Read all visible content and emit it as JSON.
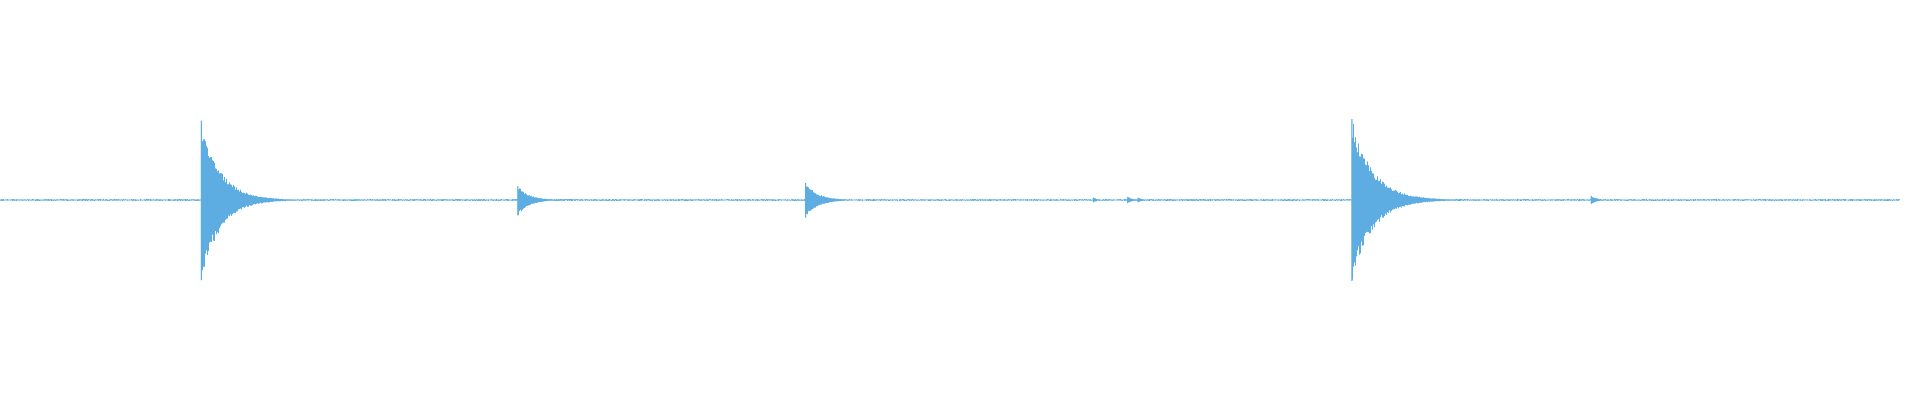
{
  "chart_data": {
    "type": "waveform",
    "title": "",
    "xlabel": "",
    "ylabel": "",
    "color": "#5DADE2",
    "background": "#FFFFFF",
    "amplitude_range": [
      -1,
      1
    ],
    "time_range": [
      0,
      1
    ],
    "noise_floor": 0.01,
    "transients": [
      {
        "t": 0.106,
        "peak_pos": 0.98,
        "peak_neg": 0.99,
        "decay": 0.01
      },
      {
        "t": 0.2725,
        "peak_pos": 0.17,
        "peak_neg": 0.19,
        "decay": 0.006
      },
      {
        "t": 0.424,
        "peak_pos": 0.21,
        "peak_neg": 0.22,
        "decay": 0.0065
      },
      {
        "t": 0.5755,
        "peak_pos": 0.03,
        "peak_neg": 0.03,
        "decay": 0.002
      },
      {
        "t": 0.5935,
        "peak_pos": 0.04,
        "peak_neg": 0.04,
        "decay": 0.0025
      },
      {
        "t": 0.599,
        "peak_pos": 0.03,
        "peak_neg": 0.03,
        "decay": 0.002
      },
      {
        "t": 0.7115,
        "peak_pos": 1.0,
        "peak_neg": 1.0,
        "decay": 0.011
      },
      {
        "t": 0.8375,
        "peak_pos": 0.05,
        "peak_neg": 0.05,
        "decay": 0.003
      }
    ]
  }
}
